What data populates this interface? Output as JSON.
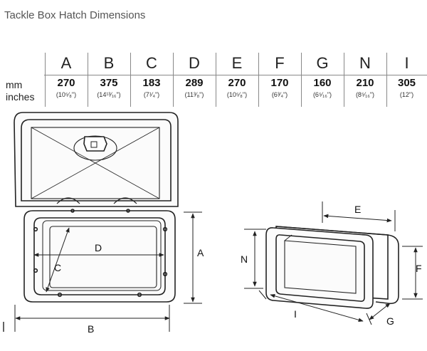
{
  "title": "Tackle Box Hatch Dimensions",
  "units": {
    "mm": "mm",
    "inches": "inches"
  },
  "columns": [
    {
      "letter": "A",
      "mm": "270",
      "inches": "(10⁵⁄₈\")"
    },
    {
      "letter": "B",
      "mm": "375",
      "inches": "(14¹³⁄₁₆\")"
    },
    {
      "letter": "C",
      "mm": "183",
      "inches": "(7¹⁄₄\")"
    },
    {
      "letter": "D",
      "mm": "289",
      "inches": "(11³⁄₈\")"
    },
    {
      "letter": "E",
      "mm": "270",
      "inches": "(10⁵⁄₈\")"
    },
    {
      "letter": "F",
      "mm": "170",
      "inches": "(6³⁄₄\")"
    },
    {
      "letter": "G",
      "mm": "160",
      "inches": "(6⁵⁄₁₆\")"
    },
    {
      "letter": "N",
      "mm": "210",
      "inches": "(8⁵⁄₁₆\")"
    },
    {
      "letter": "I",
      "mm": "305",
      "inches": "(12\")"
    }
  ],
  "diagram_labels": {
    "A": "A",
    "B": "B",
    "C": "C",
    "D": "D",
    "E": "E",
    "F": "F",
    "G": "G",
    "N": "N",
    "I": "I"
  }
}
